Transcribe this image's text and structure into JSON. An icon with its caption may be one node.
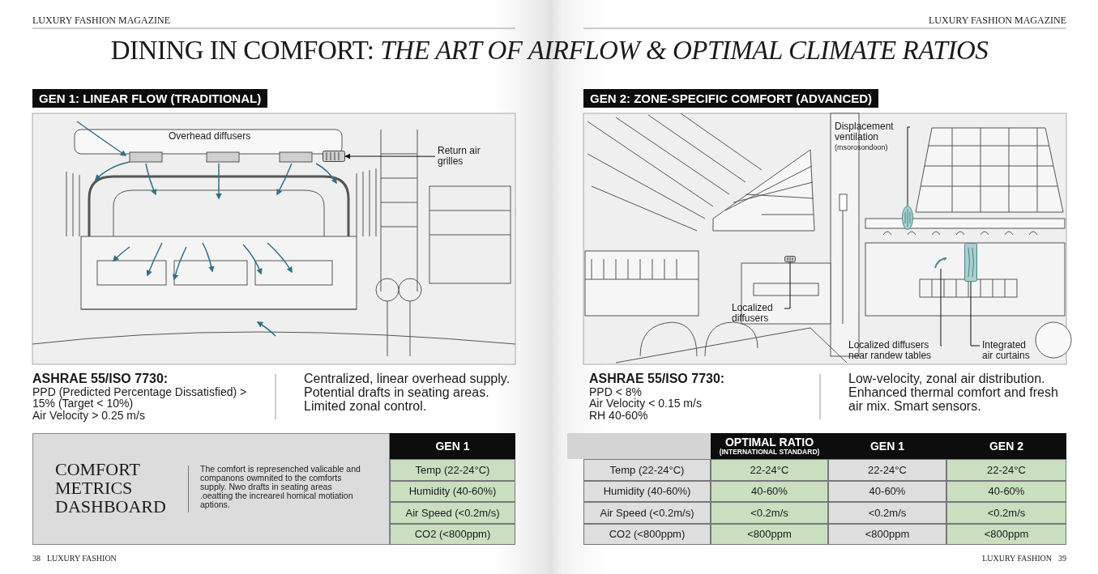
{
  "diagram": {
    "title": "DINING IN COMFORT: *THE ART OF AIRFLOW & OPTIMAL CLIMATE RATIOS*",
    "nodes": [
      {
        "text": [
          "Return air grilles"
        ]
      },
      {
        "text": [],
        "shape": "box"
      },
      {
        "text": [
          "Displacement ventilation",
          "(msorosondoon)"
        ]
      },
      {
        "text": [],
        "shape": "circle"
      },
      {
        "text": [
          "Localized diffusers"
        ]
      },
      {
        "text": [],
        "shape": "box"
      },
      {
        "text": [
          "Localized diffusers near randew tables"
        ]
      },
      {
        "text": [],
        "shape": "picture"
      },
      {
        "text": [
          "Integrated air curtains"
        ]
      },
      {
        "text": [],
        "shape": "box"
      }
    ],
    "edges": [
      {
        "from": 0,
        "to": 1,
        "arrow": "to"
      },
      {
        "from": 2,
        "to": 3,
        "arrow": "none"
      },
      {
        "from": 4,
        "to": 5,
        "arrow": "none"
      },
      {
        "from": 6,
        "to": 7,
        "arrow": "none"
      },
      {
        "from": 8,
        "to": 9,
        "arrow": "none"
      }
    ],
    "labels": [
      "LUXURY FASHION MAGAZINE",
      "LUXURY FASHION MAGAZINE",
      "GEN 1: LINEAR FLOW (TRADITIONAL)",
      "GEN 2: ZONE-SPECIFIC COMFORT (ADVANCED)",
      "Overhead diffusers",
      "ASHRAE 55/ISO 7730:",
      "PPD (Predicted Percentage Dissatisfied) > 15% (Target < 10%)",
      "Air Velocity > 0.25 m/s",
      "Centralized, linear overhead supply. Potential drafts in seating areas. Limited zonal control.",
      "ASHRAE 55/ISO 7730:",
      "PPD < 8%",
      "Air Velocity < 0.15 m/s",
      "RH 40-60%",
      "Low-velocity, zonal air distribution. Enhanced thermal comfort and fresh air mix. Smart sensors.",
      "COMFORT METRICS DASHBOARD",
      "The comfort is represenched valicable and companons owmnited to the comforts supply. Nwo drafts in seating areas .oeatting the increareıl homical motiation aptions.",
      "GEN 1",
      "Temp (22-24°C)",
      "Humidity (40-60%)",
      "Air Speed (<0.2m/s)",
      "CO2 (<800ppm)",
      "OPTIMAL RATIO",
      "(INTERNATIONAL STANDARD)",
      "GEN 1",
      "GEN 2",
      "Temp (22-24°C)",
      "22-24°C",
      "22-24°C",
      "22-24°C",
      "Humidity (40-60%)",
      "40-60%",
      "40-60%",
      "40-60%",
      "Air Speed (<0.2m/s)",
      "<0.2m/s",
      "<0.2m/s",
      "<0.2m/s",
      "CO2 (<800ppm)",
      "<800ppm",
      "<800ppm",
      "<800ppm",
      "38",
      "LUXURY FASHION",
      "LUXURY FASHION",
      "39"
    ]
  }
}
